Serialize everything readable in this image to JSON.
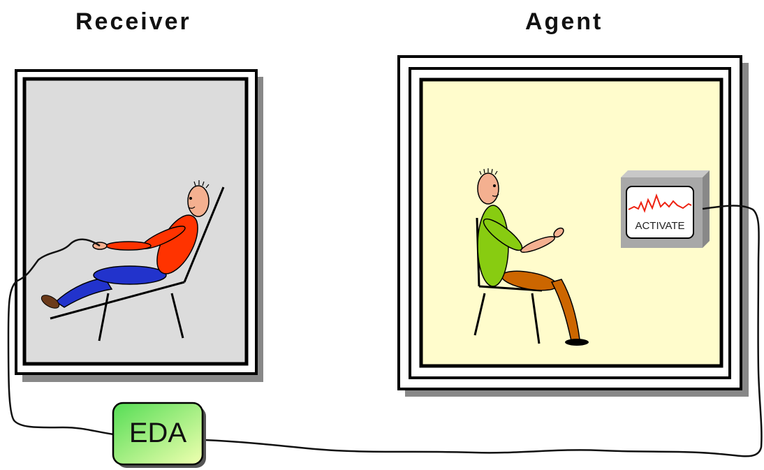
{
  "labels": {
    "receiver": "Receiver",
    "agent": "Agent"
  },
  "monitor": {
    "label": "ACTIVATE"
  },
  "device": {
    "label": "EDA"
  },
  "colors": {
    "receiver_room": "#dcdcdc",
    "agent_room": "#fffccc",
    "receiver_shirt": "#ff3300",
    "receiver_pants": "#2233cc",
    "agent_shirt": "#88cc11",
    "agent_pants": "#cc6600",
    "skin": "#f4b090",
    "eda_green": "#66e066",
    "monitor_wave": "#ee2211"
  }
}
